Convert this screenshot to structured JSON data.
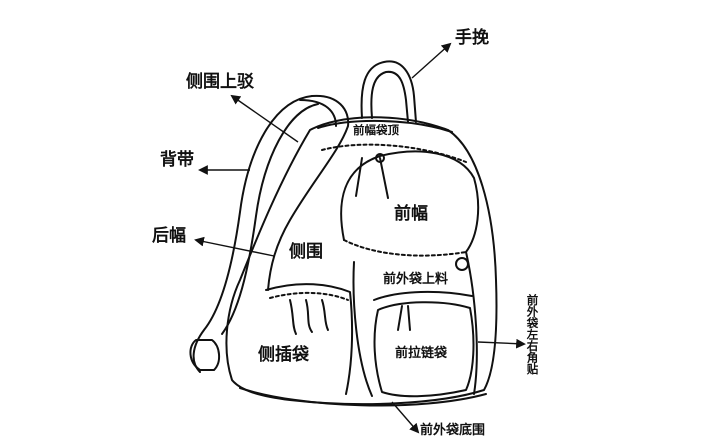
{
  "labels": {
    "handle": "手挽",
    "side_upper": "侧围上驳",
    "strap": "背带",
    "back_panel": "后幅",
    "front_top": "前幅袋顶",
    "front_panel": "前幅",
    "side_panel": "侧围",
    "front_outer_upper": "前外袋上料",
    "side_pocket": "侧插袋",
    "front_zip": "前拉链袋",
    "front_bottom": "前外袋底围",
    "front_corner": "前外袋左右角贴"
  },
  "colors": {
    "ink": "#111111",
    "paper": "#ffffff"
  }
}
